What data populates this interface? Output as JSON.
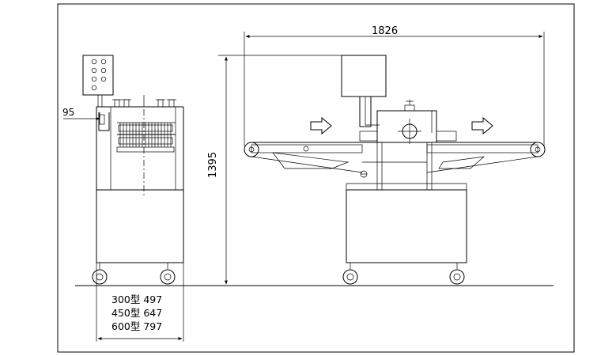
{
  "drawing": {
    "title": "",
    "dimensions": {
      "overall_length": "1826",
      "overall_height": "1395",
      "offset": "95"
    },
    "width_table": [
      {
        "model": "300型",
        "width": "497"
      },
      {
        "model": "450型",
        "width": "647"
      },
      {
        "model": "600型",
        "width": "797"
      }
    ],
    "flow_direction": "left-to-right",
    "line_color": "#000000",
    "background_color": "#ffffff"
  }
}
